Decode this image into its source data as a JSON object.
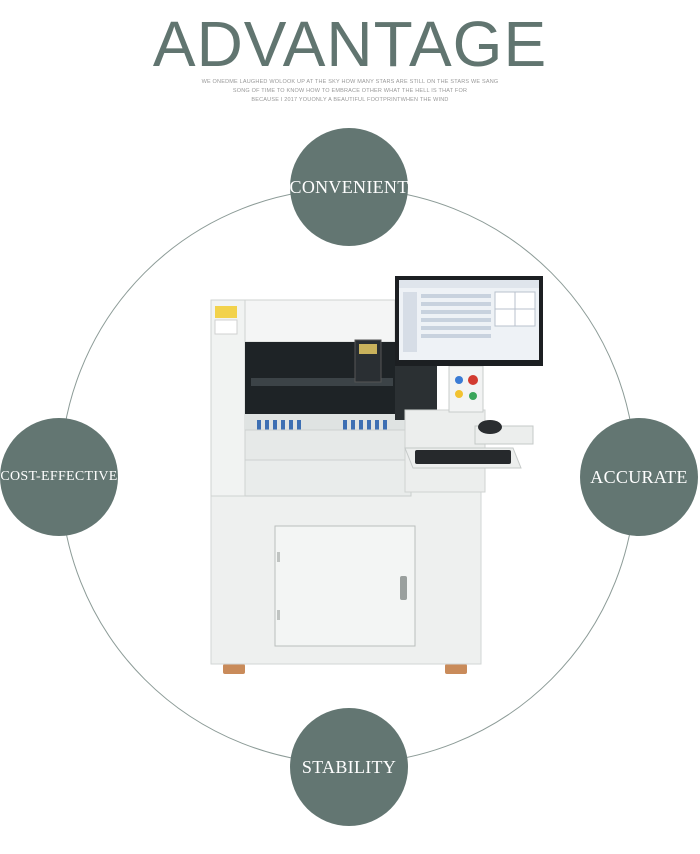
{
  "header": {
    "title": "ADVANTAGE",
    "subtitle_lines": [
      "WE ONEDME LAUGHED WOLOOK UP AT THE SKY HOW MANY STARS ARE STILL ON THE STARS WE SANG",
      "SONG OF TIME TO KNOW HOW TO EMBRACE OTHER WHAT THE HELL IS THAT FOR",
      "BECAUSE I 2017 YOUONLY A BEAUTIFUL FOOTPRINTWHEN THE WIND"
    ]
  },
  "badges": {
    "top": "CONVENIENT",
    "left": "COST-EFFECTIVE",
    "right": "ACCURATE",
    "bottom": "STABILITY"
  },
  "colors": {
    "badge": "#637672",
    "title": "#617570",
    "ring": "#8c9b97"
  },
  "machine": {
    "image": "pick-and-place-machine"
  }
}
